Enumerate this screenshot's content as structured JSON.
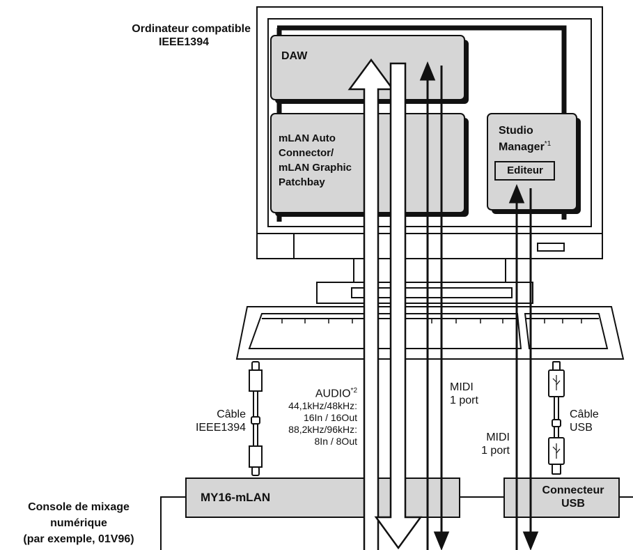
{
  "computer": {
    "title_line1": "Ordinateur compatible",
    "title_line2": "IEEE1394"
  },
  "software": {
    "daw": "DAW",
    "mlan_line1": "mLAN Auto",
    "mlan_line2": "Connector/",
    "mlan_line3": "mLAN Graphic",
    "mlan_line4": "Patchbay",
    "studio_line1": "Studio",
    "studio_line2": "Manager",
    "studio_note": "*1",
    "editor": "Editeur"
  },
  "connections": {
    "ieee_cable_line1": "Câble",
    "ieee_cable_line2": "IEEE1394",
    "audio_label": "AUDIO",
    "audio_note": "*2",
    "audio_line1": "44,1kHz/48kHz:",
    "audio_line2": "16In / 16Out",
    "audio_line3": "88,2kHz/96kHz:",
    "audio_line4": "8In / 8Out",
    "midi1_line1": "MIDI",
    "midi1_line2": "1 port",
    "midi2_line1": "MIDI",
    "midi2_line2": "1 port",
    "usb_cable_line1": "Câble",
    "usb_cable_line2": "USB"
  },
  "console": {
    "line1": "Console de mixage",
    "line2": "numérique",
    "line3": "(par exemple, 01V96)",
    "card": "MY16-mLAN",
    "usb_line1": "Connecteur",
    "usb_line2": "USB"
  },
  "colors": {
    "box_fill": "#d6d6d6",
    "stroke": "#111111",
    "background": "#ffffff"
  }
}
